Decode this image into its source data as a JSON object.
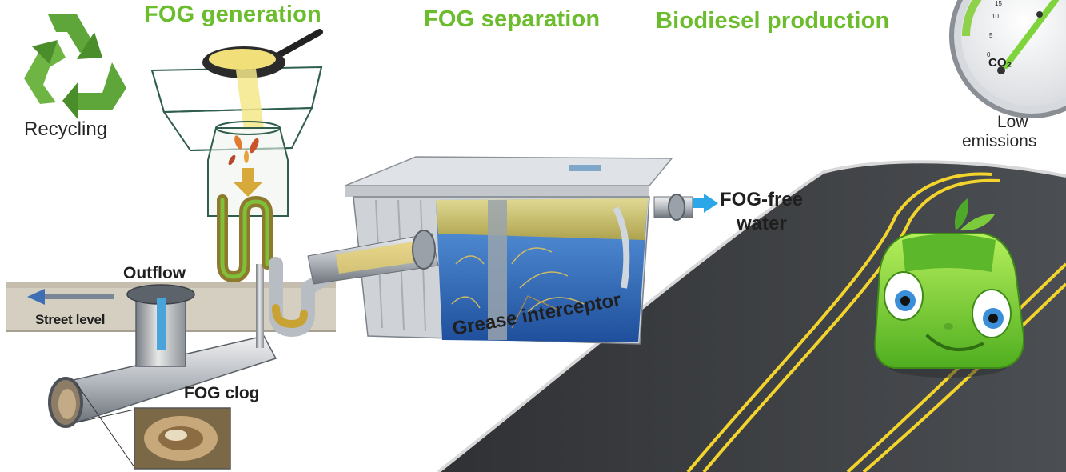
{
  "stages": {
    "generation": "FOG generation",
    "separation": "FOG separation",
    "biodiesel": "Biodiesel production"
  },
  "labels": {
    "recycling": "Recycling",
    "low_emissions_line1": "Low",
    "low_emissions_line2": "emissions",
    "co2": "CO₂",
    "fog_free_line1": "FOG-free",
    "fog_free_line2": "water",
    "outflow": "Outflow",
    "street_level": "Street level",
    "fog_clog": "FOG clog",
    "grease_interceptor": "Grease interceptor"
  },
  "gauge": {
    "ticks": [
      "0",
      "5",
      "10",
      "15"
    ]
  },
  "colors": {
    "heading_green": "#6cbd2e",
    "recycle_green": "#5ea63a",
    "road": "#3e4043",
    "road_line": "#f2d42c",
    "water_blue": "#3d7fd0",
    "grease_yellow": "#e8d36a",
    "car_green": "#7ed43a",
    "arrow_blue": "#2aa7e8"
  }
}
